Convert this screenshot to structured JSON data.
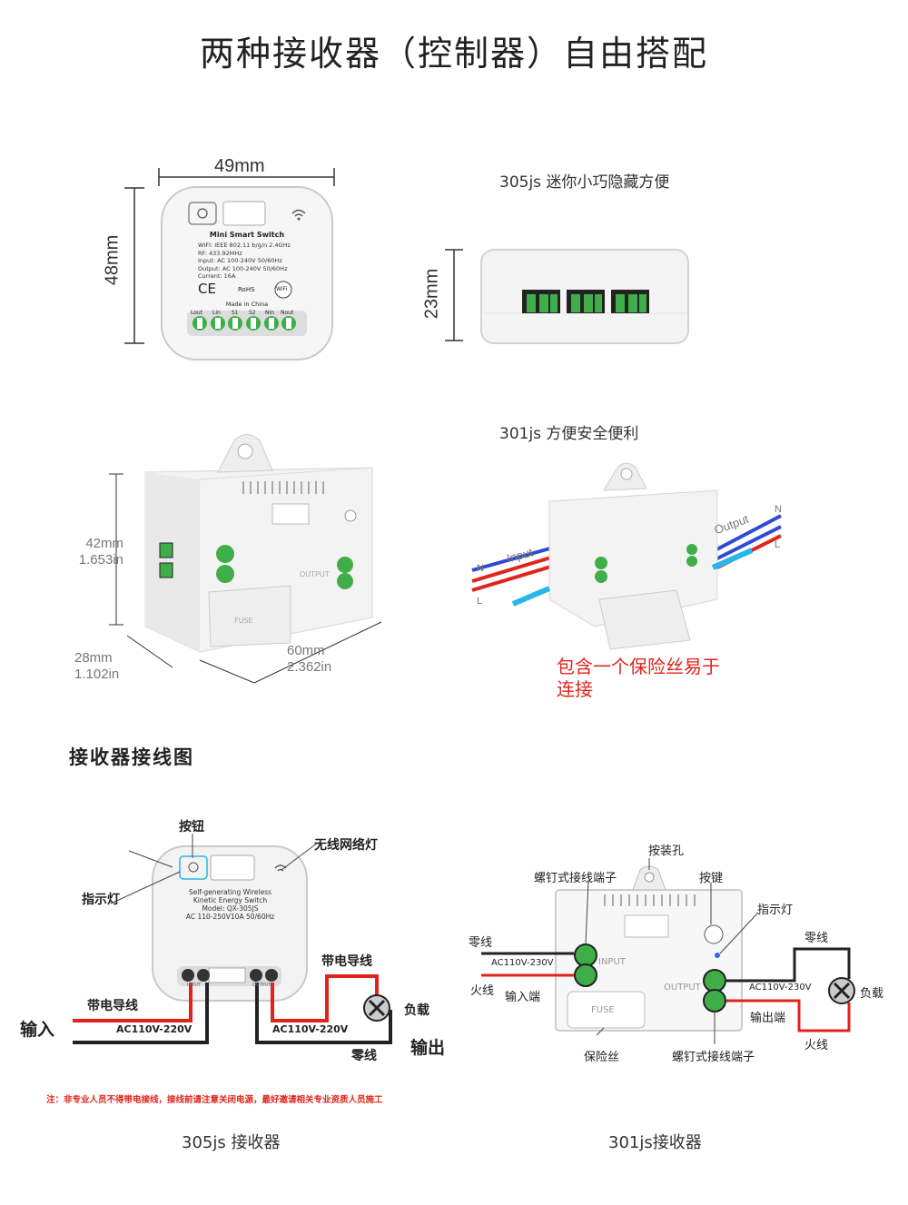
{
  "page_title": "两种接收器（控制器）自由搭配",
  "dims_305": {
    "width": "49mm",
    "height": "48mm",
    "depth": "23mm"
  },
  "caption_305": "305js 迷你小巧隐藏方便",
  "caption_301": "301js 方便安全便利",
  "device_305_label": {
    "name": "Mini Smart Switch",
    "line1": "WIFI: IEEE 802.11 b/g/n  2.4GHz",
    "line2": "RF: 433.92MHz",
    "line3": "Input: AC 100-240V  50/60Hz",
    "line4": "Output: AC 100-240V  50/60Hz",
    "line5": "Current: 16A",
    "ce": "CE",
    "rohs": "RoHS",
    "wifi": "WiFi",
    "made": "Made in China",
    "terminals": [
      "Lout",
      "Lin",
      "S1",
      "S2",
      "Nin",
      "Nout"
    ]
  },
  "dims_301": {
    "height_mm": "42mm",
    "height_in": "1.653in",
    "depth_mm": "28mm",
    "depth_in": "1.102in",
    "width_mm": "60mm",
    "width_in": "2.362in"
  },
  "device_301_labels": {
    "fuse": "FUSE",
    "output": "OUTPUT",
    "input": "Input",
    "output_wire": "Output",
    "n": "N",
    "l": "L"
  },
  "fuse_note": [
    "包含一个保险丝易于",
    "连接"
  ],
  "wiring_section_title": "接收器接线图",
  "wiring_305": {
    "button": "按钮",
    "wifi_light": "无线网络灯",
    "indicator": "指示灯",
    "label_lines": [
      "Self-generating Wireless",
      "Kinetic Energy Switch",
      "Model: QX-305JS",
      "AC 110-250V10A 50/60Hz"
    ],
    "input_port": "INPUT",
    "output_port": "OUTPUT",
    "live_wire_left": "带电导线",
    "live_wire_right": "带电导线",
    "ac_left": "AC110V-220V",
    "ac_right": "AC110V-220V",
    "input": "输入",
    "output": "输出",
    "load": "负载",
    "neutral": "零线"
  },
  "wiring_301": {
    "mount_hole": "按装孔",
    "screw_terminal_top": "螺钉式接线端子",
    "key": "按键",
    "indicator": "指示灯",
    "neutral_left": "零线",
    "ac_left": "AC110V-230V",
    "live_left": "火线",
    "input_end": "输入端",
    "input_port": "INPUT",
    "output_port": "OUTPUT",
    "fuse": "FUSE",
    "fuse_label": "保险丝",
    "screw_terminal_bottom": "螺钉式接线端子",
    "neutral_right": "零线",
    "ac_right": "AC110V-230V",
    "output_end": "输出端",
    "live_right": "火线",
    "load": "负载"
  },
  "warning": "注：非专业人员不得带电接线，接线前请注意关闭电源，最好邀请相关专业资质人员施工",
  "bottom_305": "305js 接收器",
  "bottom_301": "301js接收器",
  "colors": {
    "live": "#e0241b",
    "neutral": "#222222",
    "terminal_green": "#3fae49",
    "wire_blue": "#2f4bd6",
    "accent_cyan": "#29b6e8"
  }
}
